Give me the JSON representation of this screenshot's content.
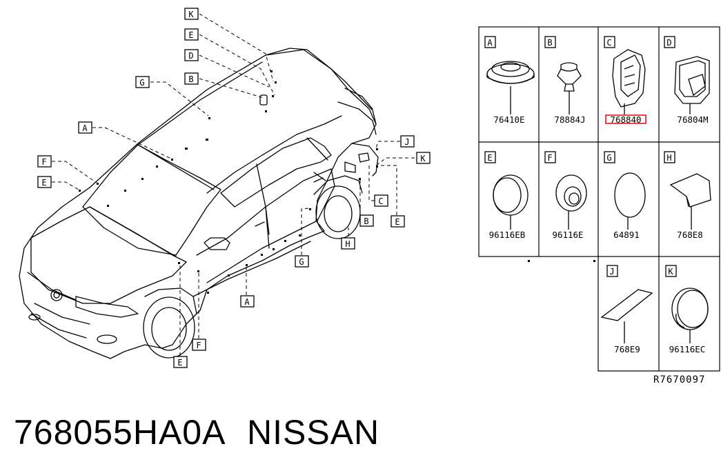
{
  "callouts": {
    "K": "K",
    "E": "E",
    "D": "D",
    "B": "B",
    "G": "G",
    "A": "A",
    "F": "F",
    "J": "J",
    "C": "C",
    "H": "H"
  },
  "grid": [
    {
      "letter": "A",
      "part": "76410E",
      "icon": "grommet-icon"
    },
    {
      "letter": "B",
      "part": "78884J",
      "icon": "clip-icon"
    },
    {
      "letter": "C",
      "part": "768840",
      "icon": "fastener-icon",
      "highlighted": true
    },
    {
      "letter": "D",
      "part": "76804M",
      "icon": "bracket-icon"
    },
    {
      "letter": "E",
      "part": "96116EB",
      "icon": "plug-icon"
    },
    {
      "letter": "F",
      "part": "96116E",
      "icon": "stepped-plug-icon"
    },
    {
      "letter": "G",
      "part": "64891",
      "icon": "seal-icon"
    },
    {
      "letter": "H",
      "part": "768E8",
      "icon": "pad-icon"
    },
    {
      "letter": "J",
      "part": "768E9",
      "icon": "tape-icon"
    },
    {
      "letter": "K",
      "part": "96116EC",
      "icon": "cap-plug-icon"
    }
  ],
  "reference": "R7670097",
  "part_number": "768055HA0A",
  "brand": "NISSAN",
  "colors": {
    "line": "#000000",
    "highlight": "#e8101b",
    "background": "#ffffff"
  }
}
